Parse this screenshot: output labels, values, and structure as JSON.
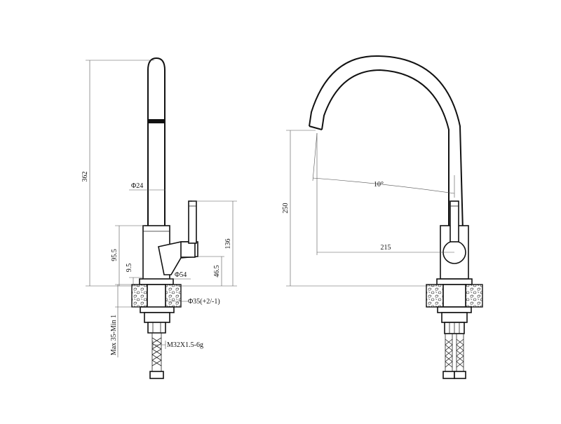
{
  "drawing": {
    "side_view": {
      "dim_total_height": "362",
      "dim_spout_diameter": "Φ24",
      "dim_body_height": "95.5",
      "dim_base_offset": "9.5",
      "dim_lever_height": "136",
      "dim_lever_low": "46.5",
      "dim_body_diameter": "Φ54",
      "dim_mount_hole": "Φ35(+2/-1)",
      "dim_countertop": "Max 35-Min 1",
      "dim_thread": "M32X1.5-6g"
    },
    "front_view": {
      "dim_spout_height": "250",
      "dim_angle": "10°",
      "dim_reach": "215"
    }
  }
}
